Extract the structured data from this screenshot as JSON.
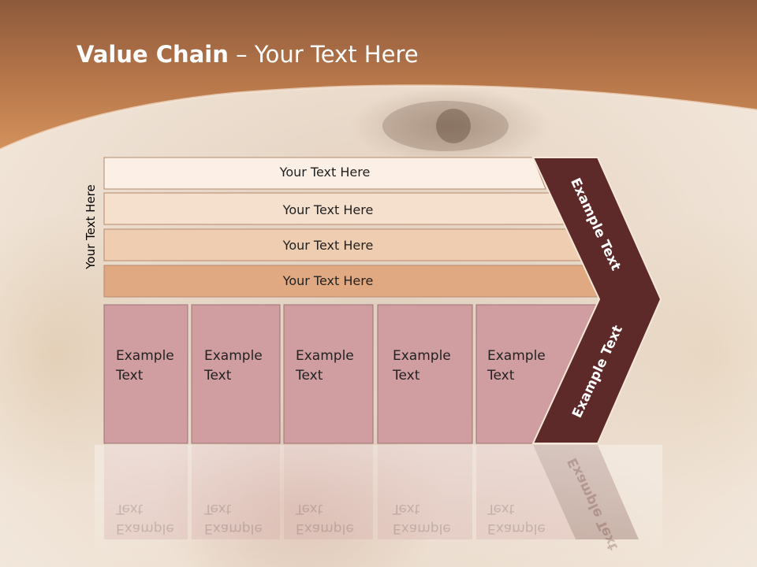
{
  "slide": {
    "title_bold": "Value Chain",
    "title_rest": " – Your Text Here",
    "side_label": "Your Text Here",
    "bars": [
      "Your Text Here",
      "Your Text Here",
      "Your Text Here",
      "Your Text Here"
    ],
    "columns": [
      {
        "line1": "Example",
        "line2": "Text"
      },
      {
        "line1": "Example",
        "line2": "Text"
      },
      {
        "line1": "Example",
        "line2": "Text"
      },
      {
        "line1": "Example",
        "line2": "Text"
      },
      {
        "line1": "Example",
        "line2": "Text"
      }
    ],
    "arrow_top": "Example Text",
    "arrow_bottom": "Example Text"
  },
  "colors": {
    "header": "#c9864f",
    "bar1": "#fbefe6",
    "bar2": "#f5dfcd",
    "bar3": "#eecdb1",
    "bar4": "#e1a982",
    "column": "#d09da0",
    "arrow": "#5e2a29"
  }
}
